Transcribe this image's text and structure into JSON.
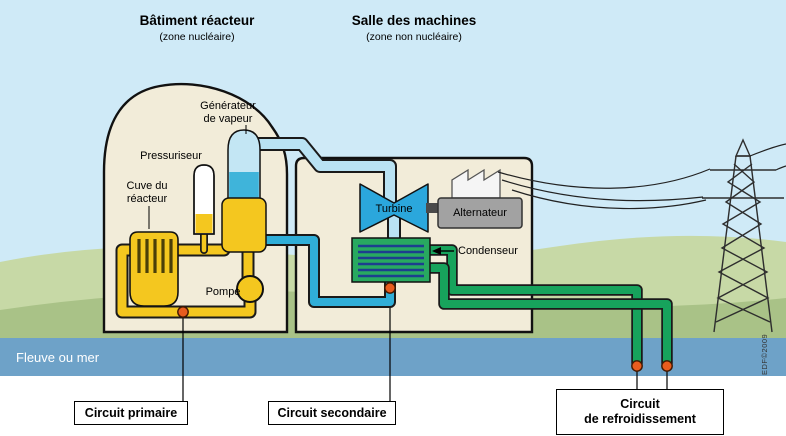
{
  "header": {
    "reactor_building_title": "Bâtiment réacteur",
    "reactor_building_subtitle": "(zone nucléaire)",
    "machine_hall_title": "Salle des machines",
    "machine_hall_subtitle": "(zone non nucléaire)"
  },
  "components": {
    "steam_generator_line1": "Générateur",
    "steam_generator_line2": "de vapeur",
    "pressurizer": "Pressuriseur",
    "reactor_vessel_line1": "Cuve du",
    "reactor_vessel_line2": "réacteur",
    "pump": "Pompe",
    "turbine": "Turbine",
    "alternator": "Alternateur",
    "condenser": "Condenseur"
  },
  "environment": {
    "water_label": "Fleuve ou mer"
  },
  "circuit_labels": {
    "primary": "Circuit primaire",
    "secondary": "Circuit secondaire",
    "cooling_line1": "Circuit",
    "cooling_line2": "de refroidissement"
  },
  "credit": "EDF©2009",
  "colors": {
    "primary_circuit": "#f4c71f",
    "secondary_steam": "#b9e2f3",
    "secondary_water": "#30aed8",
    "cooling_circuit": "#17a35c",
    "marker_dot": "#e85c1e",
    "sky": "#cfeaf7",
    "water": "#6ea2c8",
    "building": "#f2ecd9"
  }
}
